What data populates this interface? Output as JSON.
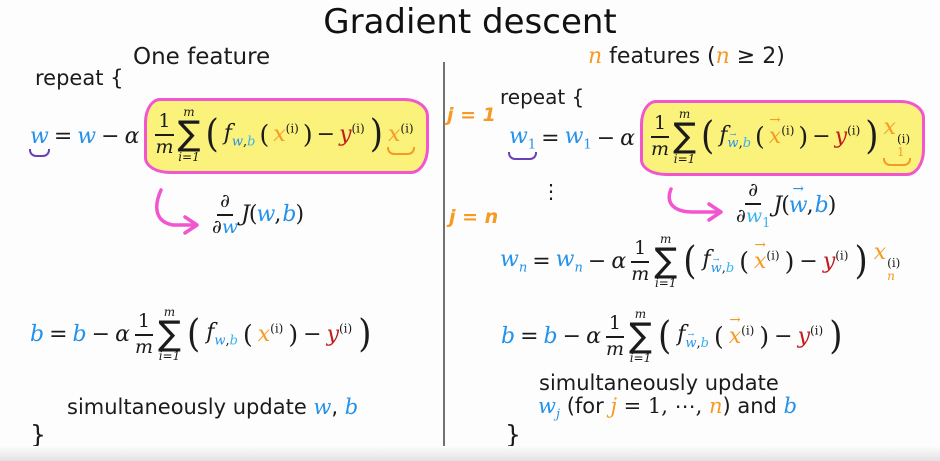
{
  "title": "Gradient descent",
  "colors": {
    "accent_blue": "#2492ea",
    "accent_cyan": "#38b3f0",
    "accent_orange": "#f59b23",
    "accent_red": "#c11b1b",
    "highlight_yellow": "#fbf27b",
    "marker_pink": "#f155d0",
    "brace_purple": "#6b3fb8",
    "divider_gray": "#4d4d4d"
  },
  "symbols": {
    "sum": "∑",
    "partial": "∂",
    "alpha": "α",
    "equals": "=",
    "minus": "−",
    "one": "1",
    "m": "m",
    "i_eq_1": "i=1",
    "sup_i": "(i)",
    "lparen": "(",
    "rparen": ")",
    "f": "f",
    "w": "w",
    "b": "b",
    "x": "x",
    "y": "y",
    "n": "n",
    "j": "j",
    "J": "J",
    "comma": ",",
    "comma_space": ", ",
    "sub_1": "1",
    "vdots": "⋮",
    "vec_arrow": "→",
    "brace_close": "}"
  },
  "left": {
    "heading": "One feature",
    "repeat": "repeat {",
    "simultaneous": "simultaneously update ",
    "close": "}"
  },
  "right": {
    "heading_n": "n",
    "heading_features": " features (",
    "heading_geq": " ≥ 2)",
    "repeat": "repeat {",
    "j_eq_1": "j = 1",
    "j_eq_n": "j = n",
    "simultaneous": "simultaneously update",
    "for_open": " (for ",
    "seq_mid": " = 1, ⋯, ",
    "and_close": ") and ",
    "close": "}"
  }
}
